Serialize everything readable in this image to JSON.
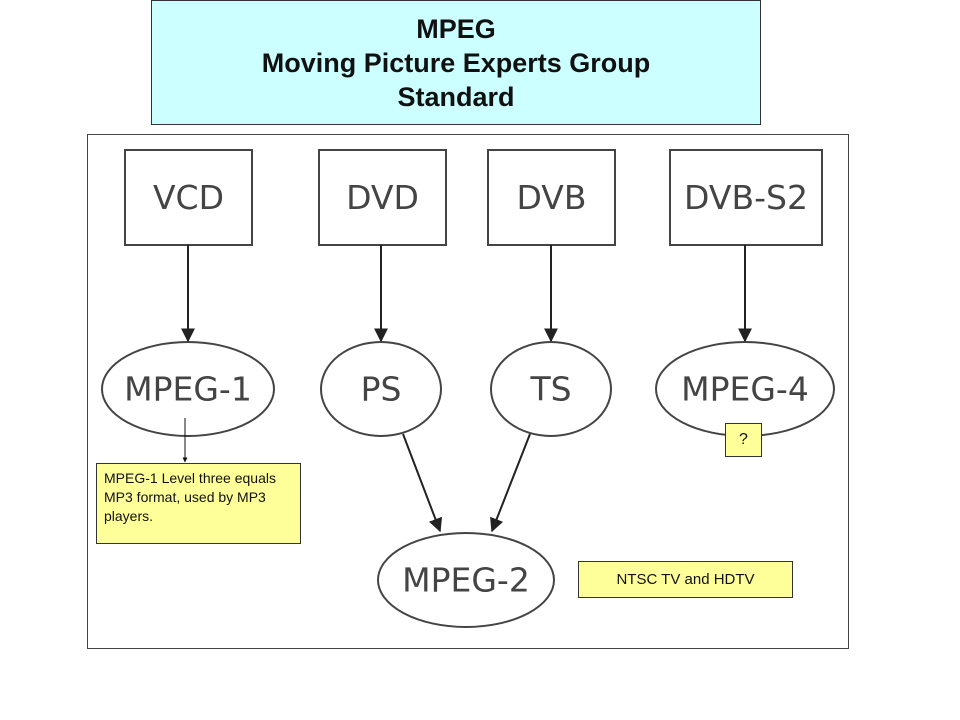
{
  "header": {
    "line1": "MPEG",
    "line2": "Moving Picture Experts Group",
    "line3": "Standard"
  },
  "diagram": {
    "boxes": {
      "vcd": "VCD",
      "dvd": "DVD",
      "dvb": "DVB",
      "dvbs2": "DVB-S2"
    },
    "ellipses": {
      "mpeg1": "MPEG-1",
      "ps": "PS",
      "ts": "TS",
      "mpeg4": "MPEG-4",
      "mpeg2": "MPEG-2"
    }
  },
  "notes": {
    "mp3": "MPEG-1 Level three equals MP3 format, used by MP3 players.",
    "ntsc": "NTSC TV and HDTV",
    "question": "?"
  },
  "colors": {
    "title_bg": "#ccffff",
    "note_bg": "#ffff99",
    "diagram_stroke": "#444444"
  }
}
